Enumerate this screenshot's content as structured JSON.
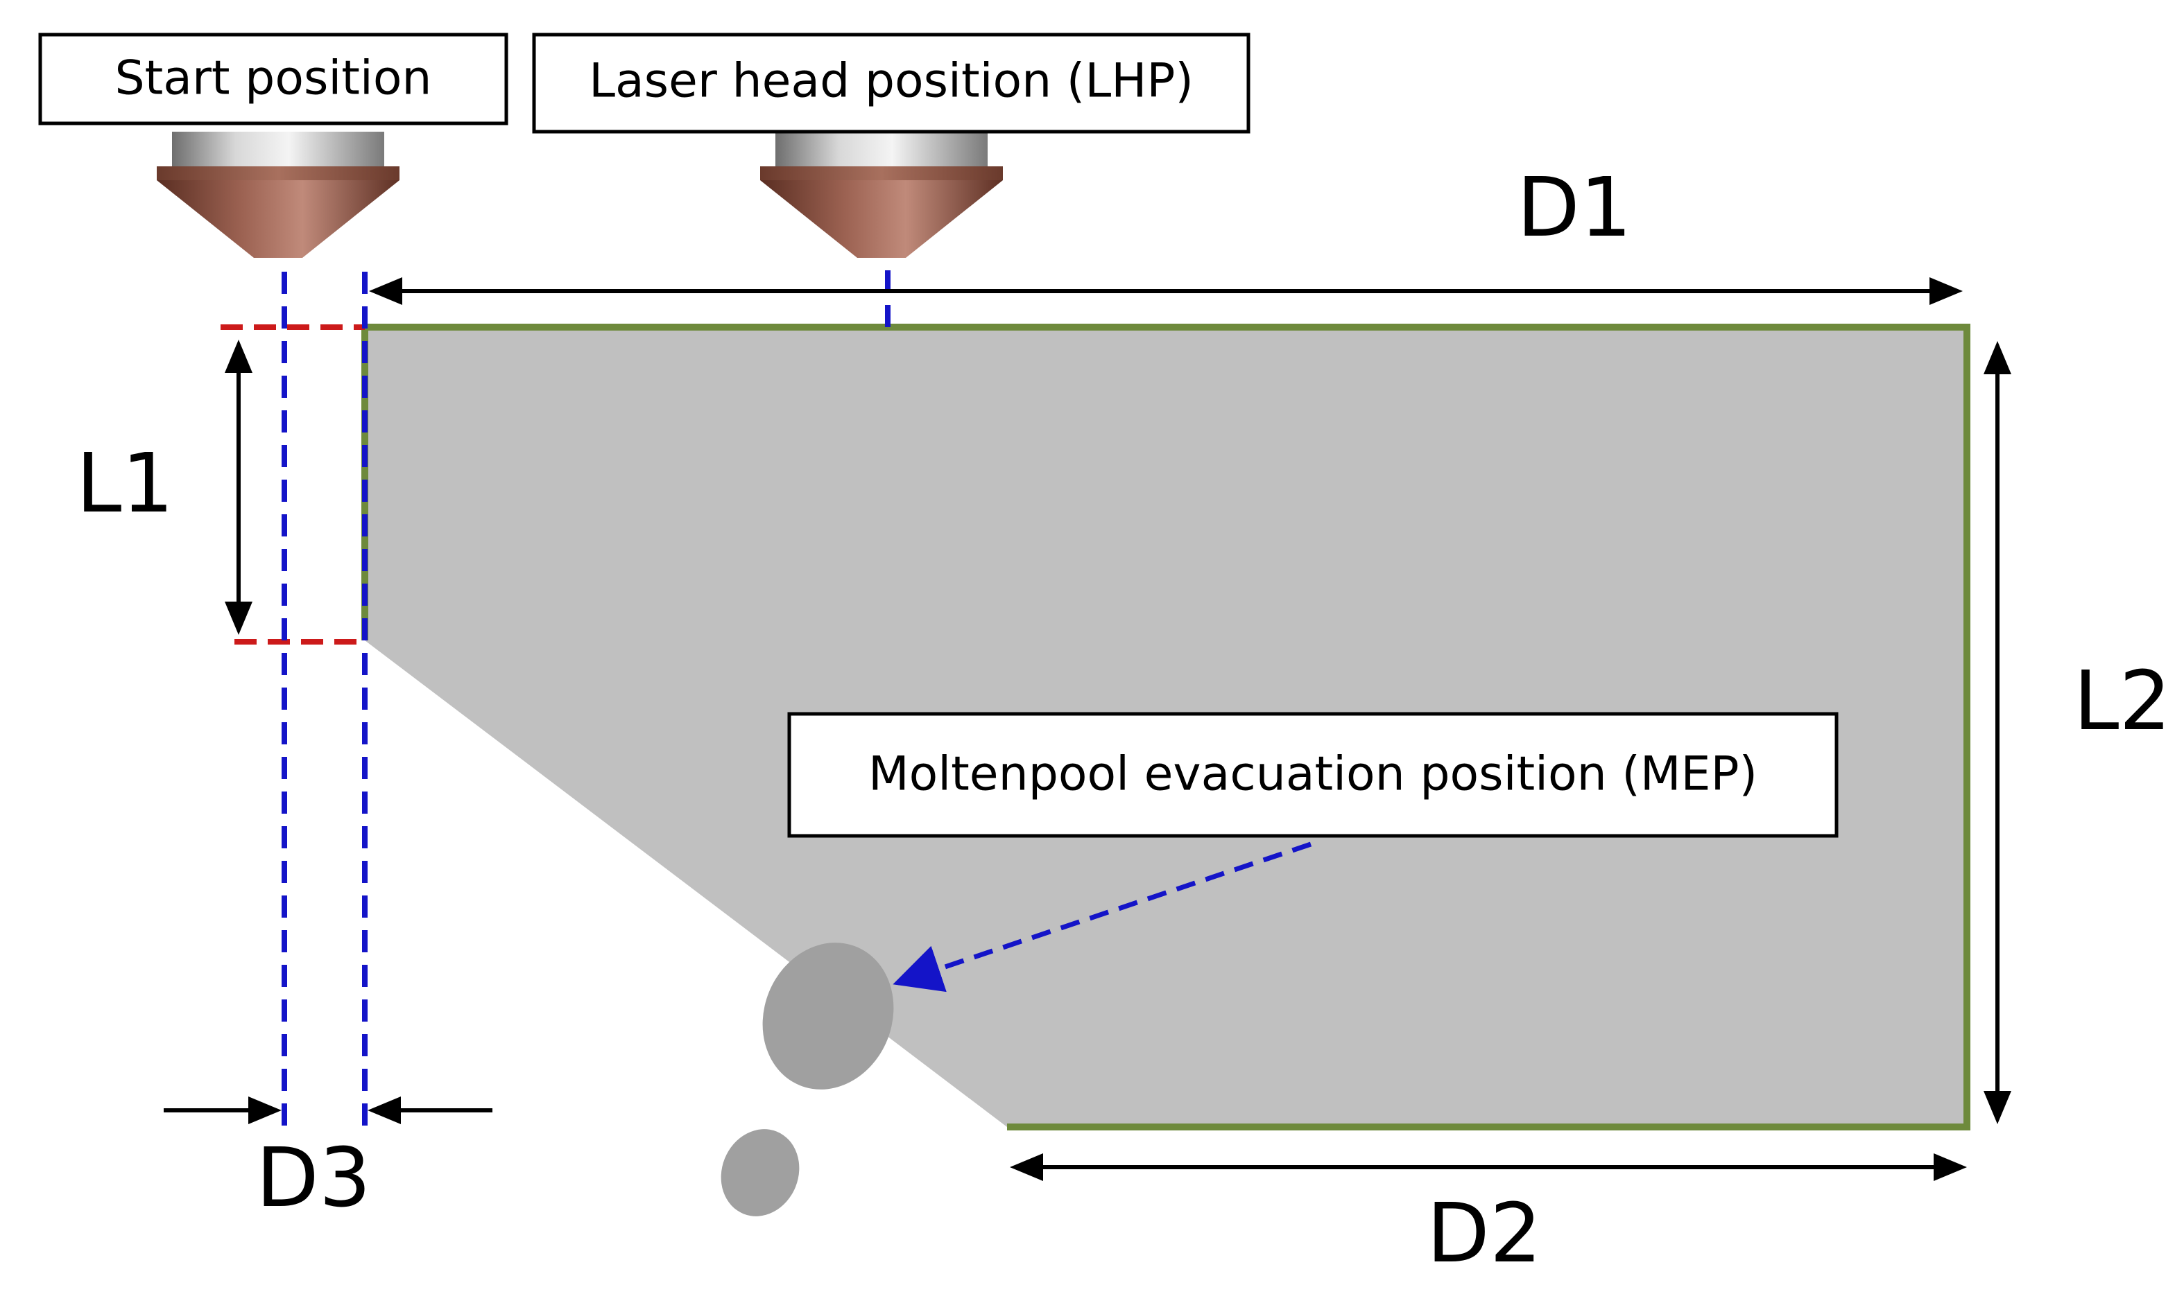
{
  "labels": {
    "start_position": "Start position",
    "laser_head_position": "Laser head position (LHP)",
    "moltenpool_evacuation_position": "Moltenpool evacuation position (MEP)",
    "d1": "D1",
    "d2": "D2",
    "d3": "D3",
    "l1": "L1",
    "l2": "L2"
  },
  "colors": {
    "cut_region_fill": "#c0c0c0",
    "cut_edge": "#6e8a3c",
    "guide_line": "#1414c8",
    "start_box": "#cc1a1a",
    "molten_pool": "#a0a0a0",
    "nozzle_copper": "#8a5040",
    "nozzle_steel": "#a8a8a8"
  },
  "icons": {
    "nozzle": "laser-nozzle-icon"
  }
}
